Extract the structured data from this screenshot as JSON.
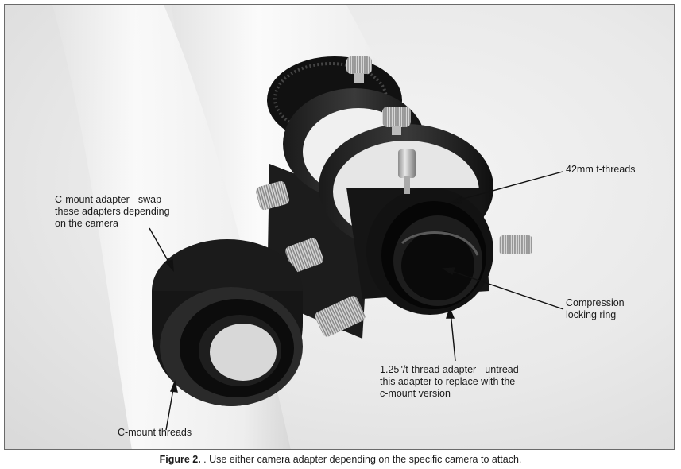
{
  "figure": {
    "labels": {
      "c_mount_adapter": "C-mount adapter - swap\nthese adapters depending\non the camera",
      "t_threads": "42mm t-threads",
      "compression_ring": "Compression\nlocking ring",
      "thread_adapter": "1.25\"/t-thread adapter - untread\nthis adapter to replace with the\nc-mount version",
      "c_mount_threads": "C-mount threads"
    },
    "caption_prefix": "Figure 2.",
    "caption_text": " . Use either camera adapter depending on the specific camera to attach."
  }
}
